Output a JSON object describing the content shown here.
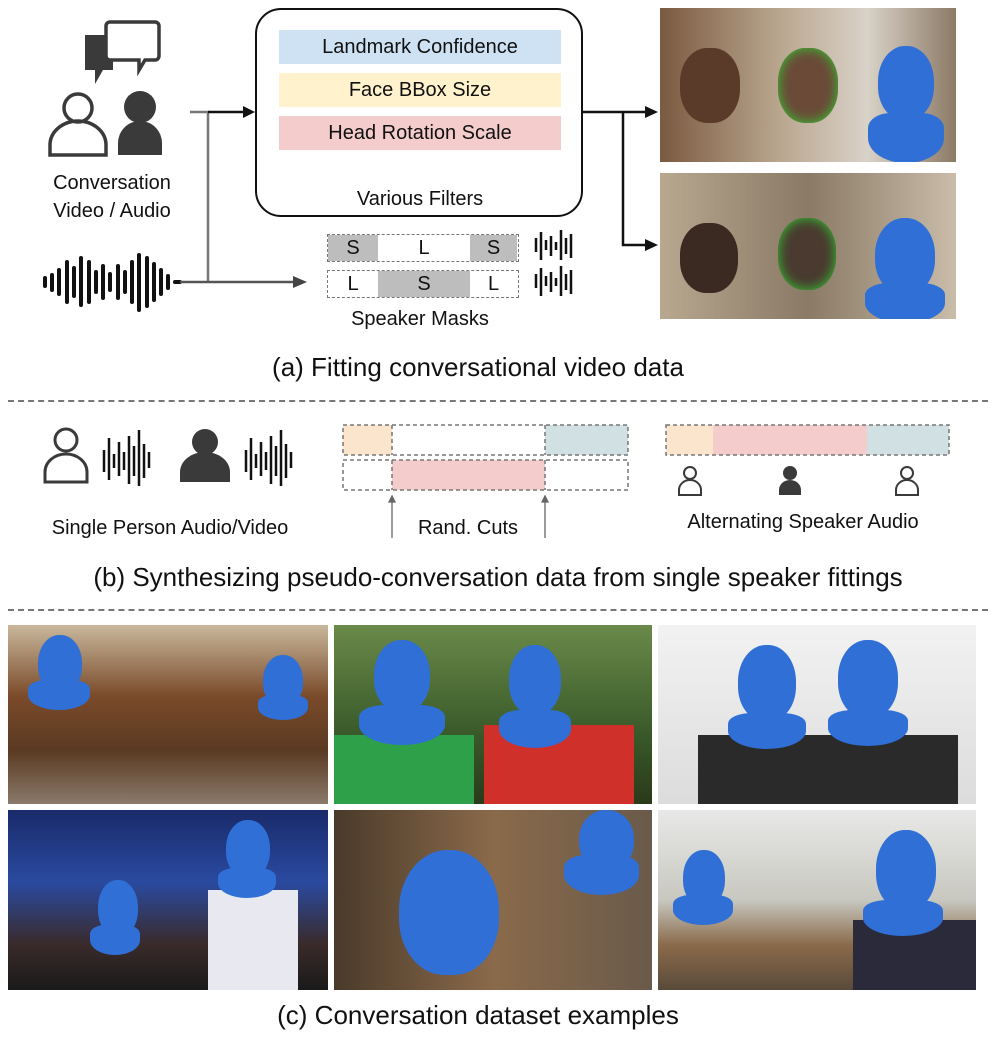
{
  "section_a": {
    "input_label_line1": "Conversation",
    "input_label_line2": "Video / Audio",
    "filters": [
      "Landmark Confidence",
      "Face BBox Size",
      "Head Rotation Scale"
    ],
    "filters_caption": "Various Filters",
    "speaker_masks": [
      [
        "S",
        "L",
        "S"
      ],
      [
        "L",
        "S",
        "L"
      ]
    ],
    "masks_caption": "Speaker Masks",
    "caption": "(a) Fitting conversational video data"
  },
  "section_b": {
    "single_label": "Single Person Audio/Video",
    "cuts_label": "Rand. Cuts",
    "alternating_label": "Alternating Speaker Audio",
    "caption": "(b) Synthesizing pseudo-conversation data from single speaker fittings"
  },
  "section_c": {
    "caption": "(c) Conversation dataset examples"
  },
  "colors": {
    "blue": "#cfe2f3",
    "yellow": "#fff2cc",
    "pink": "#f4cccc",
    "orange": "#fce5cd",
    "teal": "#d0e0e3",
    "mask_gray": "#bdbdbd",
    "mesh": "#2f6fd6"
  }
}
